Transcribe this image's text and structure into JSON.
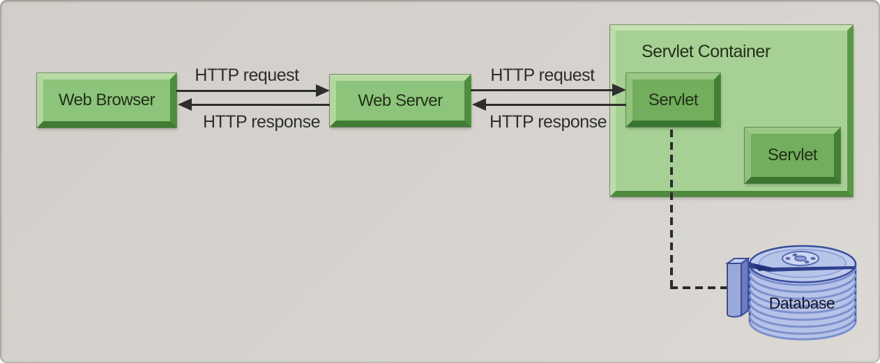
{
  "nodes": {
    "web_browser": {
      "label": "Web Browser"
    },
    "web_server": {
      "label": "Web Server"
    },
    "servlet_container": {
      "label": "Servlet Container"
    },
    "servlet_a": {
      "label": "Servlet"
    },
    "servlet_b": {
      "label": "Servlet"
    },
    "database": {
      "label": "Database"
    }
  },
  "edges": {
    "browser_to_server": {
      "label": "HTTP request",
      "direction": "right"
    },
    "server_to_browser": {
      "label": "HTTP response",
      "direction": "left"
    },
    "server_to_servlet": {
      "label": "HTTP request",
      "direction": "right"
    },
    "servlet_to_server": {
      "label": "HTTP response",
      "direction": "left"
    },
    "servlet_to_database": {
      "style": "dashed"
    }
  },
  "colors": {
    "background": "#d4d1cc",
    "node_green": "#8cc47b",
    "container_green": "#a7d095",
    "servlet_green": "#72ae5e",
    "database_blue": "#aebce4",
    "arrow": "#2d2d2d",
    "label_text": "#233018"
  }
}
